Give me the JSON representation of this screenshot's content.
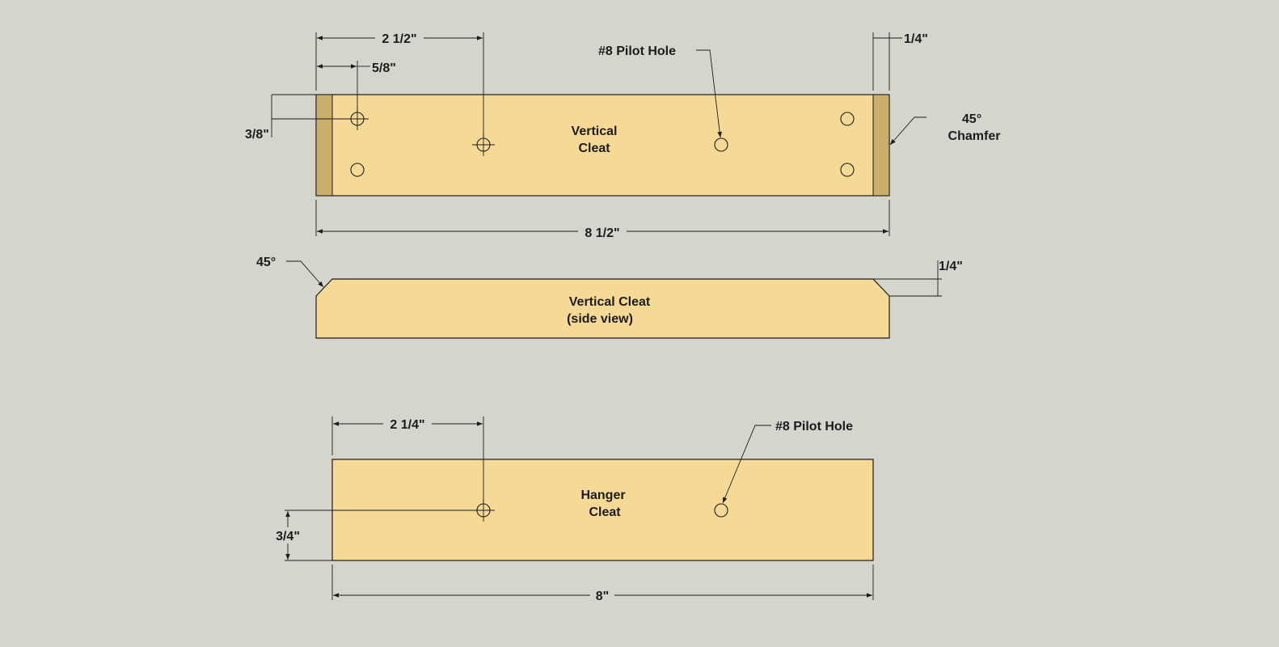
{
  "vertical_cleat": {
    "label_line1": "Vertical",
    "label_line2": "Cleat",
    "dim_hole_x": "2 1/2\"",
    "dim_edge_hole": "5/8\"",
    "dim_hole_y": "3/8\"",
    "dim_chamfer_width": "1/4\"",
    "dim_length": "8 1/2\"",
    "pilot_hole_label": "#8 Pilot Hole",
    "chamfer_label_line1": "45°",
    "chamfer_label_line2": "Chamfer"
  },
  "side_view": {
    "label_line1": "Vertical Cleat",
    "label_line2": "(side view)",
    "angle_label": "45°",
    "dim_chamfer_depth": "1/4\""
  },
  "hanger_cleat": {
    "label_line1": "Hanger",
    "label_line2": "Cleat",
    "dim_hole_x": "2 1/4\"",
    "dim_height": "3/4\"",
    "dim_length": "8\"",
    "pilot_hole_label": "#8 Pilot Hole"
  }
}
